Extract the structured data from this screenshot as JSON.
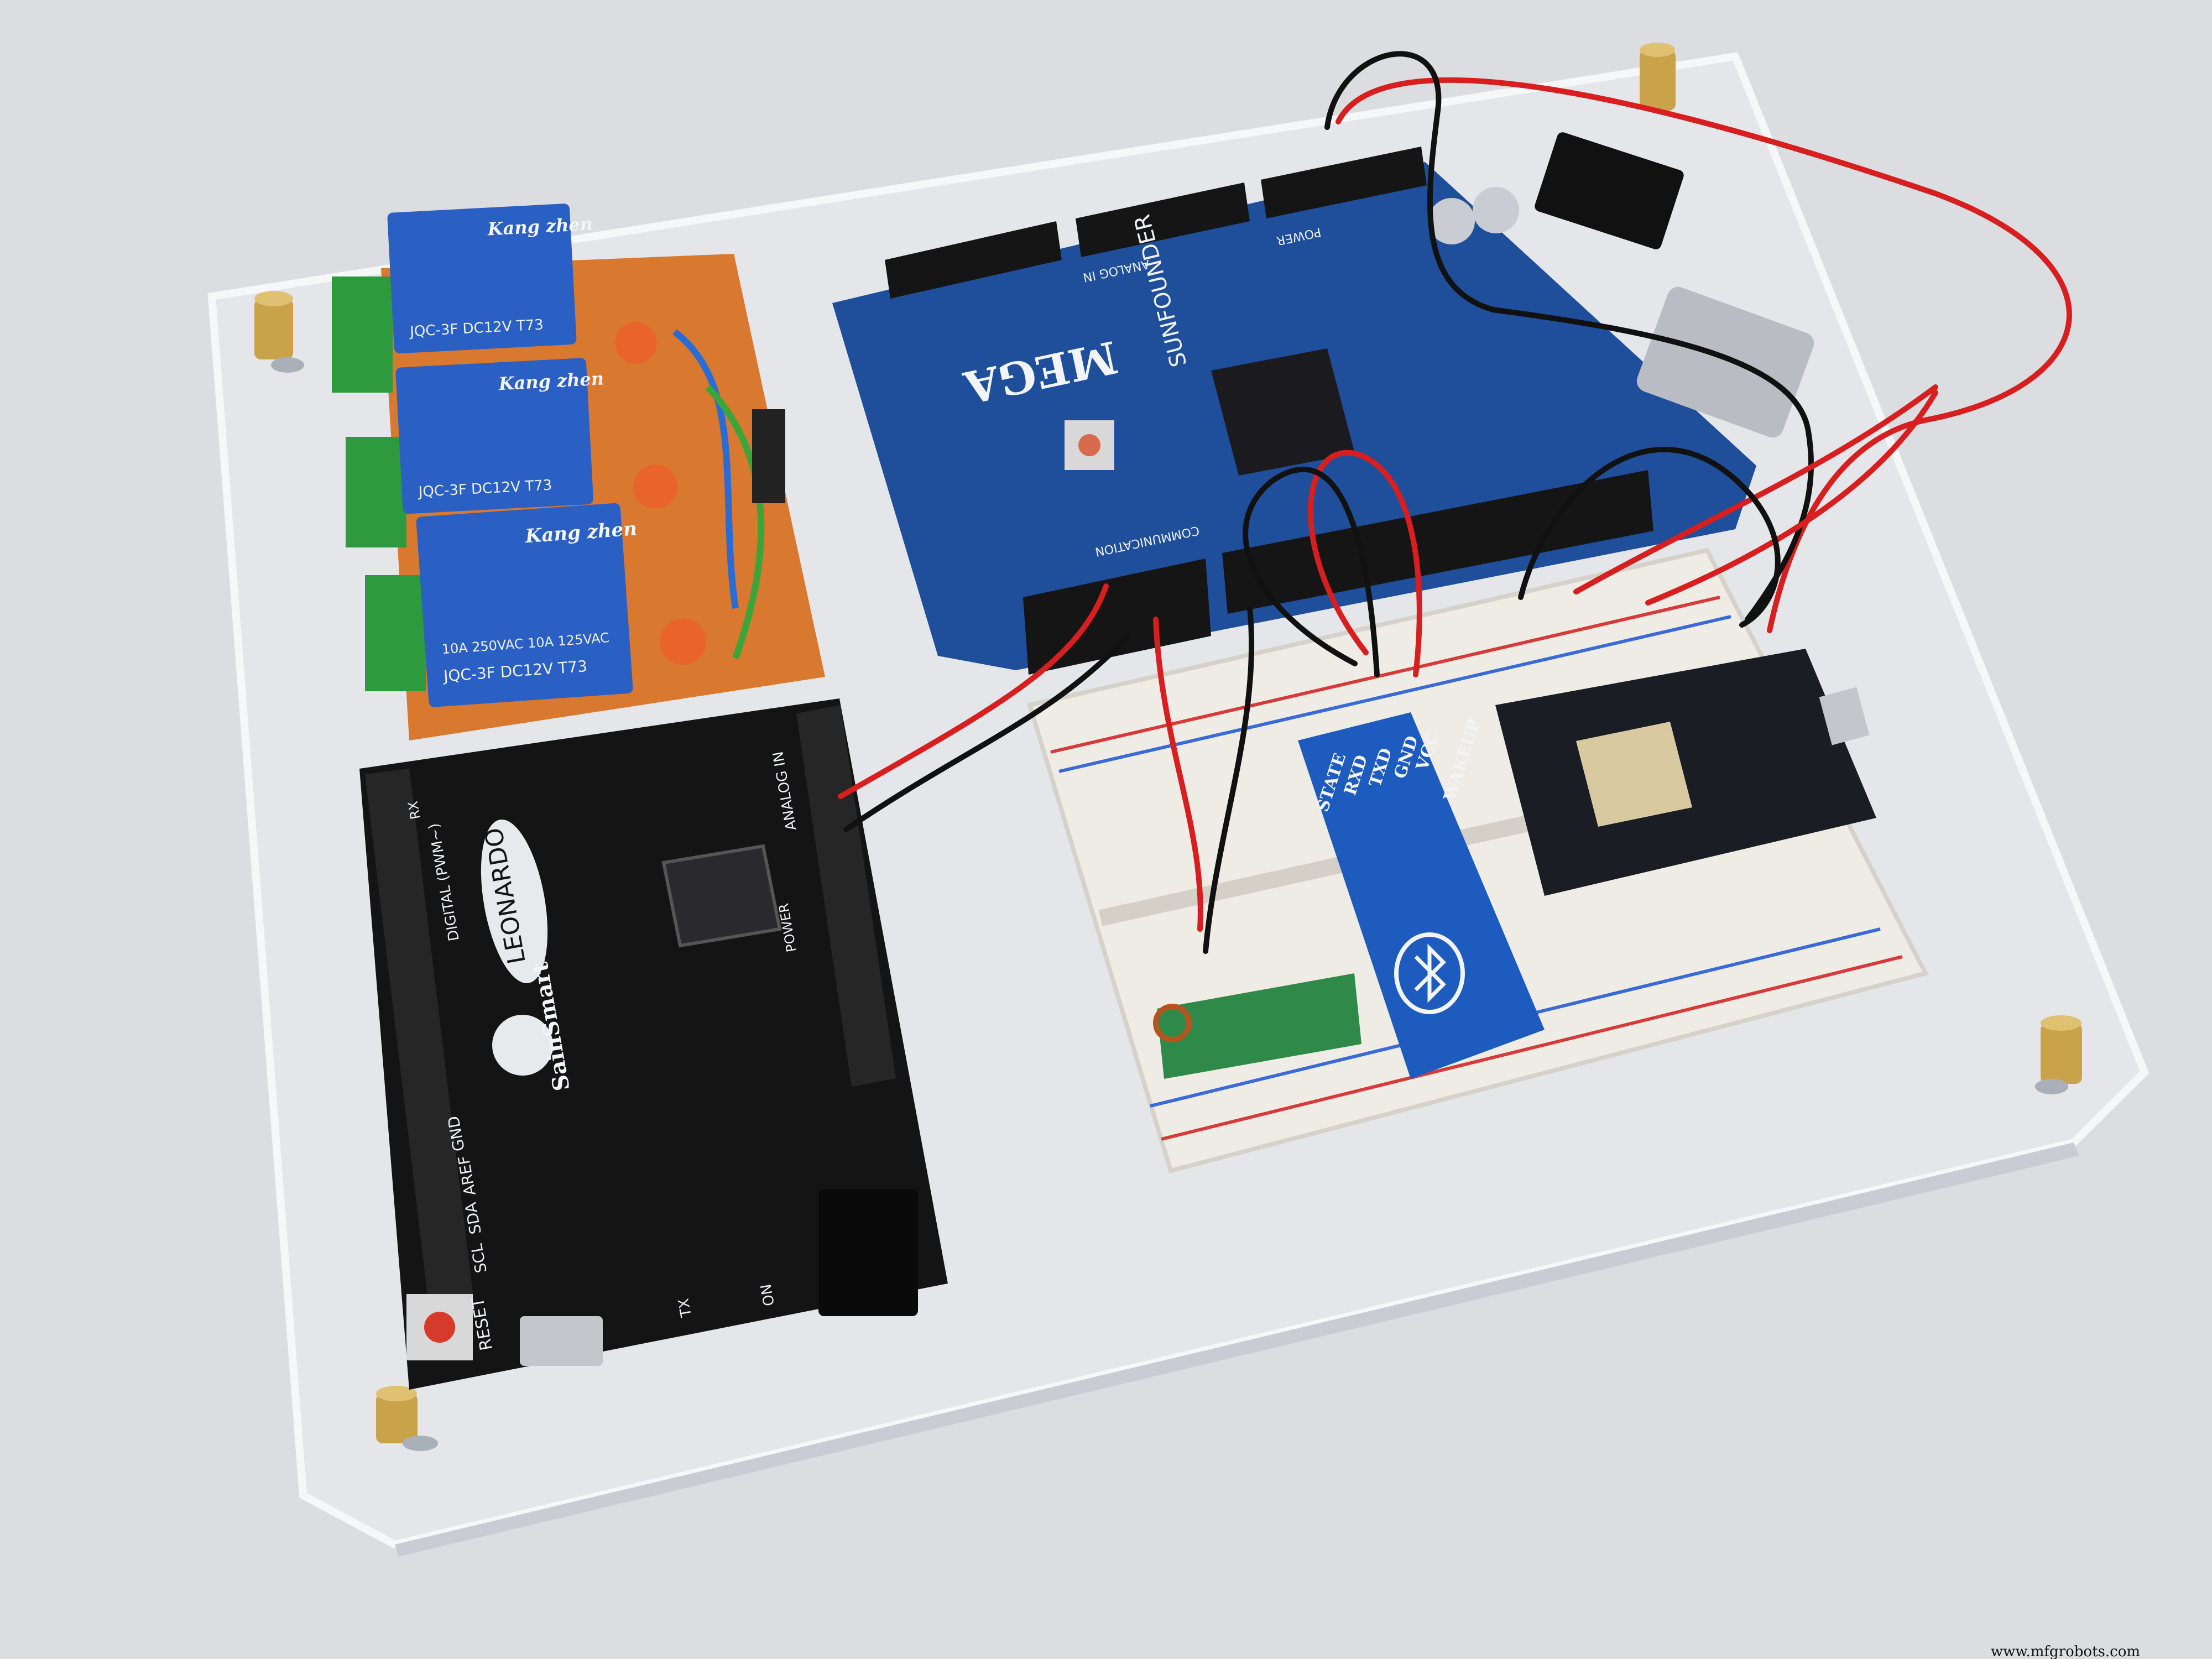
{
  "scene": {
    "relay_module": {
      "relay_brand": "Kang zhen",
      "relay_model": "JQC-3F DC12V T73",
      "relay_rating": "10A 250VAC 10A 125VAC",
      "relay_count": 3
    },
    "mega_board": {
      "name": "MEGA",
      "brand": "SUNFOUNDER",
      "header_labels": [
        "COMMUNICATION",
        "ANALOG IN",
        "POWER"
      ]
    },
    "leonardo_board": {
      "name": "LEONARDO",
      "brand": "SainSmart",
      "labels": [
        "RESET",
        "DIGITAL (PWM~)",
        "ANALOG IN",
        "POWER",
        "GND",
        "AREF",
        "SDA",
        "SCL",
        "RX",
        "TX",
        "ON"
      ]
    },
    "bluetooth_module": {
      "pins": [
        "STATE",
        "RXD",
        "TXD",
        "GND",
        "VCC",
        "WAKEUP"
      ]
    },
    "watermark": "www.mfgrobots.com",
    "colors": {
      "background": "#dcdde0",
      "acrylic": "#e6e8ec",
      "mega_pcb": "#1f4f9a",
      "relay_pcb": "#d9782f",
      "relay_body": "#2a5fc4",
      "leonardo_pcb": "#141414",
      "breadboard": "#efece6",
      "bluetooth_pcb": "#1e5bbf",
      "photon_pcb": "#1a1d24",
      "rf_pcb": "#2f8a4a",
      "wire_red": "#d81e1e",
      "wire_black": "#111111",
      "standoff_brass": "#c9a24a"
    }
  }
}
